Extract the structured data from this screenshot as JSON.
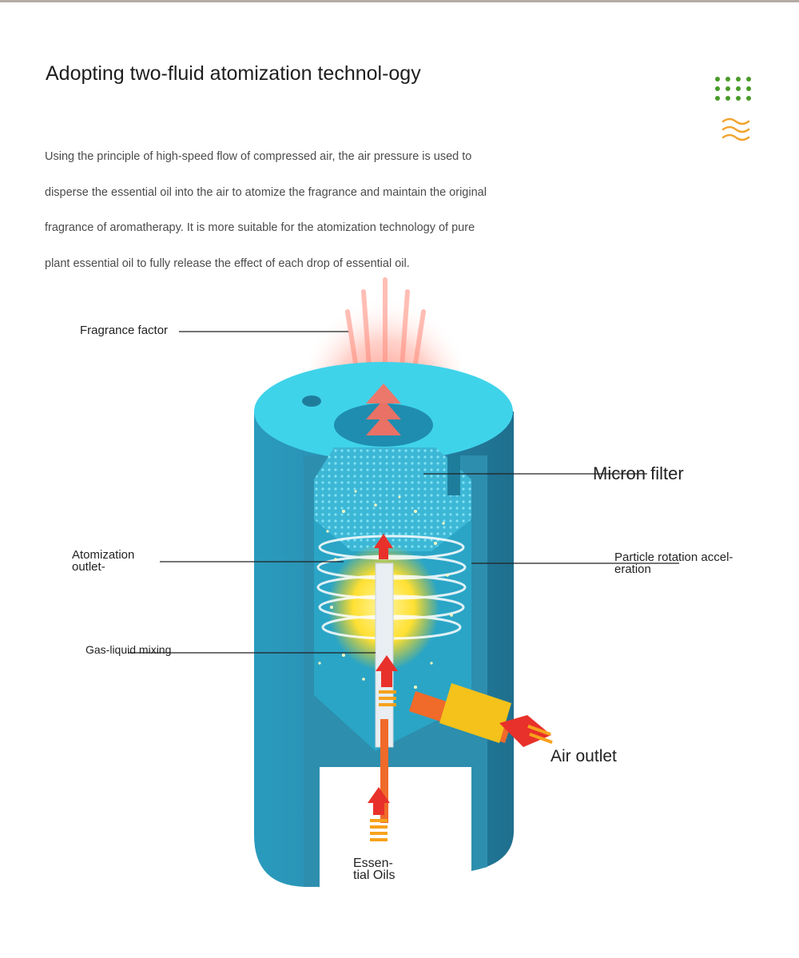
{
  "header": {
    "title": "Adopting two-fluid atomization technol-ogy",
    "description": "Using the principle of high-speed flow of compressed air, the air pressure is used to disperse the essential oil into the air to atomize the fragrance and maintain the original fragrance of aromatherapy. It is more suitable for the atomization technology of pure plant essential oil to fully release the effect of each drop of essential oil."
  },
  "icons": {
    "dots": "dot-grid-icon",
    "waves": "wave-lines-icon"
  },
  "colors": {
    "body_light": "#3fd3ea",
    "body_mid": "#2a9bbd",
    "body_dark": "#1f7d9c",
    "arrow_red": "#e8312a",
    "arrow_orange": "#f59a2a",
    "glow_yellow": "#ffe033",
    "dots_green": "#4a9a2a",
    "waves_orange": "#f2a32e"
  },
  "diagram": {
    "labels": {
      "fragrance_factor": "Fragrance factor",
      "micron_filter": "Micron filter",
      "atomization_outlet": "Atomization outlet-",
      "particle_rotation": "Particle rotation accel-eration",
      "gas_liquid_mixing": "Gas-liquid mixing",
      "air_outlet": "Air outlet",
      "essential_oils": "Essen-tial Oils"
    }
  }
}
